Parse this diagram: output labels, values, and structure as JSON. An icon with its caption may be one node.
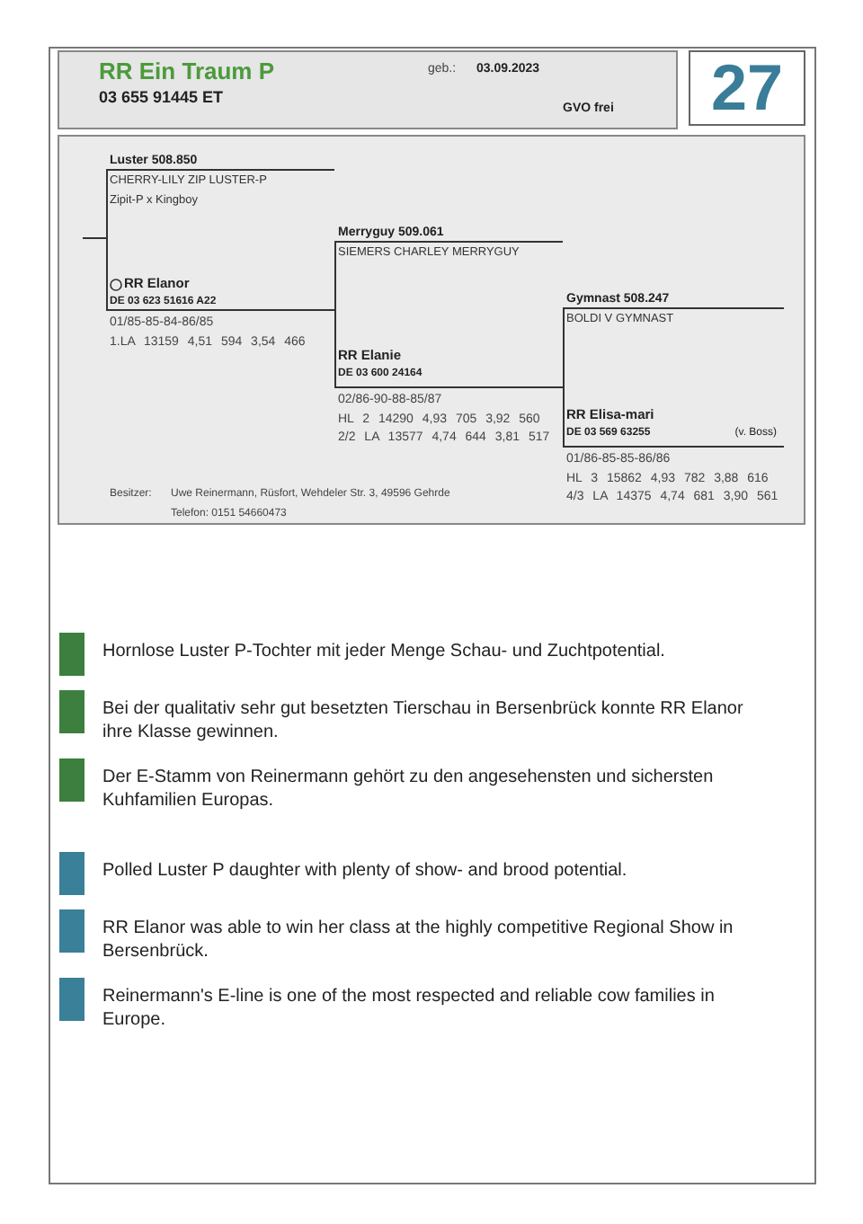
{
  "diagram": {
    "nodes": [
      {
        "text": [
          "RR Ein Traum P",
          "03 655 91445 ET",
          "geb.:",
          "03.09.2023",
          "GVO frei"
        ]
      },
      {
        "text": [
          "27"
        ]
      },
      {
        "text": [],
        "shape": "box"
      },
      {
        "text": [
          "Luster 508.850",
          "CHERRY-LILY ZIP LUSTER-P",
          "Zipit-P x Kingboy"
        ],
        "in": 2
      },
      {
        "text": [
          "RR Elanor",
          "DE 03 623 51616 A22"
        ],
        "in": 2,
        "beside": [
          "01/85-85-84-86/85",
          "1.LA 13159 4,51 594 3,54 466"
        ]
      },
      {
        "text": [
          "Merryguy 509.061",
          "SIEMERS CHARLEY MERRYGUY"
        ],
        "in": 2
      },
      {
        "text": [
          "RR Elanie",
          "DE 03 600 24164"
        ],
        "in": 2,
        "beside": [
          "02/86-90-88-85/87",
          "HL 2 14290 4,93 705 3,92 560",
          "2/2 LA 13577 4,74 644 3,81 517"
        ]
      },
      {
        "text": [
          "Gymnast 508.247",
          "BOLDI V GYMNAST"
        ],
        "in": 2
      },
      {
        "text": [
          "RR Elisa-mari",
          "DE 03 569 63255",
          "(v. Boss)"
        ],
        "in": 2,
        "beside": [
          "01/86-85-85-86/86",
          "HL 3 15862 4,93 782 3,88 616",
          "4/3 LA 14375 4,74 681 3,90 561"
        ]
      }
    ],
    "edges": [],
    "labels": [
      "Besitzer:",
      "Uwe Reinermann, Rüsfort, Wehdeler Str. 3, 49596 Gehrde",
      "Telefon: 0151 54660473",
      "Hornlose Luster P-Tochter mit jeder Menge Schau- und Zuchtpotential.",
      "Bei der qualitativ sehr gut besetzten Tierschau in Bersenbrück konnte RR Elanor ihre Klasse gewinnen.",
      "Der E-Stamm von Reinermann gehört zu den angesehensten und sichersten Kuhfamilien Europas.",
      "Polled Luster P daughter with plenty of show- and brood potential.",
      "RR Elanor was able to win her class at the highly competitive Regional Show in Bersenbrück.",
      "Reinermann's E-line is one of the most respected and reliable cow families in Europe."
    ]
  }
}
